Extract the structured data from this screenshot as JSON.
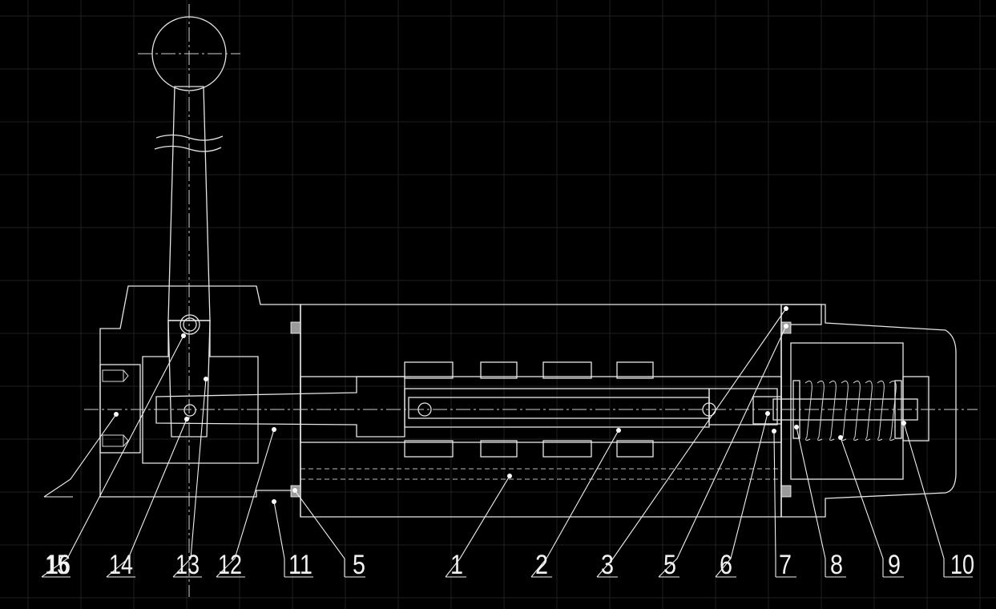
{
  "theme": {
    "background": "#000000",
    "line": "#e6e6e6",
    "grid": "#1f2124"
  },
  "callouts": [
    {
      "id": "c16",
      "label": "16"
    },
    {
      "id": "c15",
      "label": "15"
    },
    {
      "id": "c14",
      "label": "14"
    },
    {
      "id": "c13",
      "label": "13"
    },
    {
      "id": "c12",
      "label": "12"
    },
    {
      "id": "c11",
      "label": "11"
    },
    {
      "id": "c5a",
      "label": "5"
    },
    {
      "id": "c1",
      "label": "1"
    },
    {
      "id": "c2",
      "label": "2"
    },
    {
      "id": "c3",
      "label": "3"
    },
    {
      "id": "c5b",
      "label": "5"
    },
    {
      "id": "c6",
      "label": "6"
    },
    {
      "id": "c7",
      "label": "7"
    },
    {
      "id": "c8",
      "label": "8"
    },
    {
      "id": "c9",
      "label": "9"
    },
    {
      "id": "c10",
      "label": "10"
    }
  ]
}
